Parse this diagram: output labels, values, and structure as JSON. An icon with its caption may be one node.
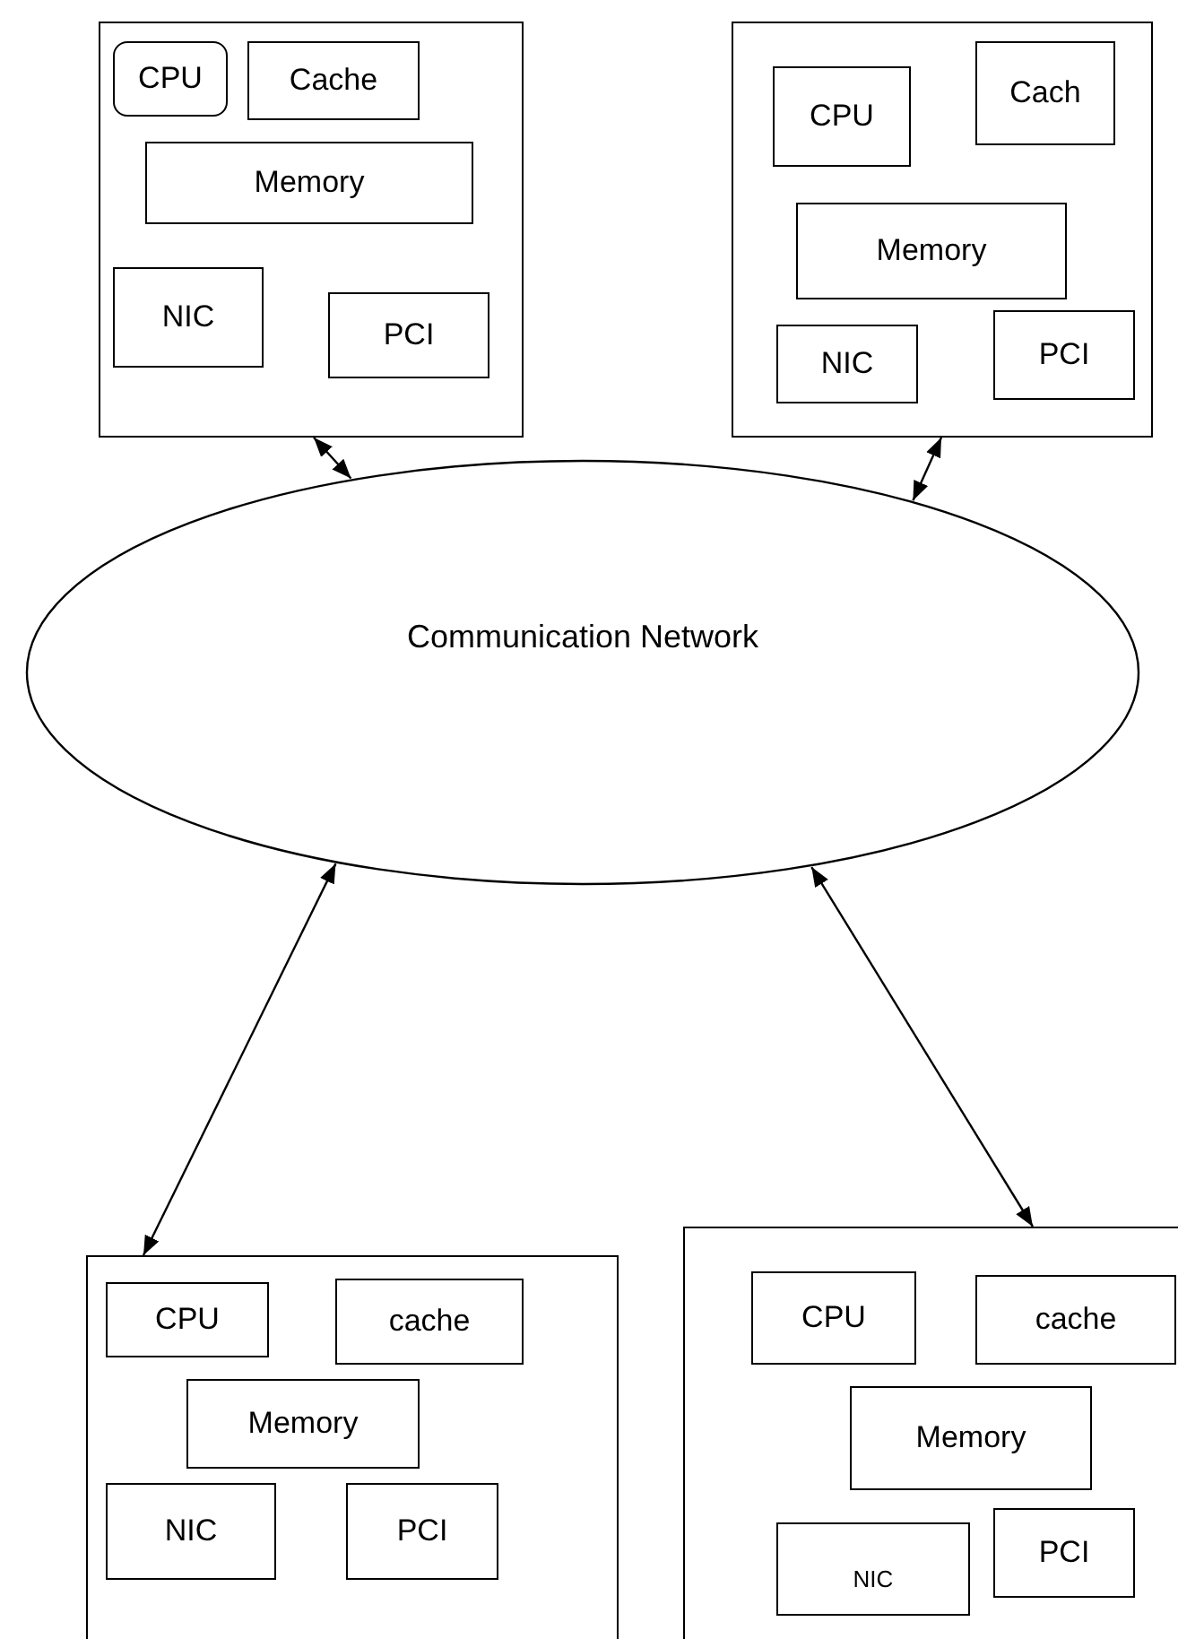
{
  "diagram": {
    "nodes": [
      {
        "text": [],
        "shape": "box"
      },
      {
        "text": [
          "CPU"
        ],
        "in": 0
      },
      {
        "text": [
          "Cache"
        ],
        "in": 0
      },
      {
        "text": [
          "Memory"
        ],
        "in": 0
      },
      {
        "text": [
          "NIC"
        ],
        "in": 0
      },
      {
        "text": [
          "PCI"
        ],
        "in": 0
      },
      {
        "text": [],
        "shape": "box"
      },
      {
        "text": [
          "CPU"
        ],
        "in": 6
      },
      {
        "text": [
          "Cach"
        ],
        "in": 6
      },
      {
        "text": [
          "Memory"
        ],
        "in": 6
      },
      {
        "text": [
          "NIC"
        ],
        "in": 6
      },
      {
        "text": [
          "PCI"
        ],
        "in": 6
      },
      {
        "text": [
          "Communication Network"
        ]
      },
      {
        "text": [],
        "shape": "box"
      },
      {
        "text": [
          "CPU"
        ],
        "in": 13
      },
      {
        "text": [
          "cache"
        ],
        "in": 13
      },
      {
        "text": [
          "Memory"
        ],
        "in": 13
      },
      {
        "text": [
          "NIC"
        ],
        "in": 13
      },
      {
        "text": [
          "PCI"
        ],
        "in": 13
      },
      {
        "text": [],
        "shape": "box"
      },
      {
        "text": [
          "CPU"
        ],
        "in": 19
      },
      {
        "text": [
          "cache"
        ],
        "in": 19
      },
      {
        "text": [
          "Memory"
        ],
        "in": 19
      },
      {
        "text": [
          "NIC"
        ],
        "in": 19
      },
      {
        "text": [
          "PCI"
        ],
        "in": 19
      }
    ],
    "edges": [
      {
        "from": 0,
        "to": 12,
        "arrow": "both"
      },
      {
        "from": 6,
        "to": 12,
        "arrow": "both"
      },
      {
        "from": 12,
        "to": 13,
        "arrow": "both"
      },
      {
        "from": 12,
        "to": 19,
        "arrow": "both"
      }
    ]
  }
}
